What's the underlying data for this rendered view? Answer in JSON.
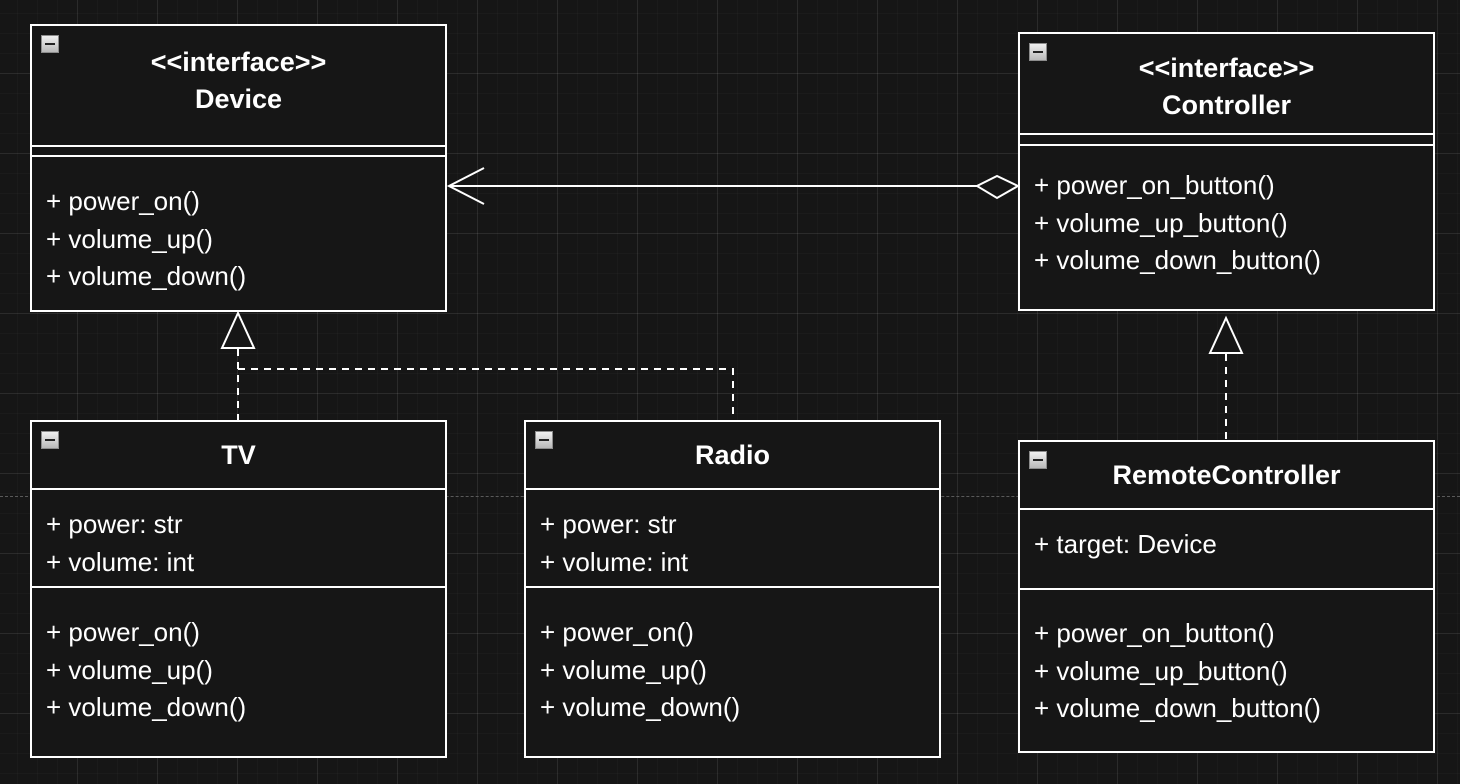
{
  "classes": {
    "device": {
      "stereotype": "<<interface>>",
      "name": "Device",
      "methods": [
        "+ power_on()",
        "+ volume_up()",
        "+ volume_down()"
      ]
    },
    "controller": {
      "stereotype": "<<interface>>",
      "name": "Controller",
      "methods": [
        "+ power_on_button()",
        "+ volume_up_button()",
        "+ volume_down_button()"
      ]
    },
    "tv": {
      "name": "TV",
      "attributes": [
        "+ power: str",
        "+ volume: int"
      ],
      "methods": [
        "+ power_on()",
        "+ volume_up()",
        "+ volume_down()"
      ]
    },
    "radio": {
      "name": "Radio",
      "attributes": [
        "+ power: str",
        "+ volume: int"
      ],
      "methods": [
        "+ power_on()",
        "+ volume_up()",
        "+ volume_down()"
      ]
    },
    "remote": {
      "name": "RemoteController",
      "attributes": [
        "+ target: Device"
      ],
      "methods": [
        "+ power_on_button()",
        "+ volume_up_button()",
        "+ volume_down_button()"
      ]
    }
  },
  "relations": [
    {
      "from": "RemoteController",
      "to": "Controller",
      "type": "realization"
    },
    {
      "from": "TV",
      "to": "Device",
      "type": "realization"
    },
    {
      "from": "Radio",
      "to": "Device",
      "type": "realization"
    },
    {
      "from": "Controller",
      "to": "Device",
      "type": "aggregation"
    }
  ],
  "colors": {
    "background": "#161616",
    "stroke": "#ffffff",
    "text": "#ffffff"
  }
}
